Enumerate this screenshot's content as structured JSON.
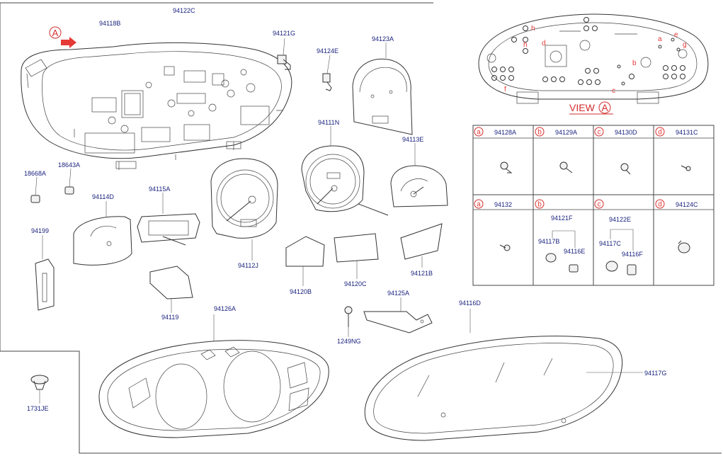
{
  "parts": {
    "p94118B": "94118B",
    "p94122C": "94122C",
    "p94121G": "94121G",
    "p94124E": "94124E",
    "p94123A": "94123A",
    "p94111N": "94111N",
    "p94113E": "94113E",
    "p18668A": "18668A",
    "p18643A": "18643A",
    "p94114D": "94114D",
    "p94115A": "94115A",
    "p94199": "94199",
    "p94112J": "94112J",
    "p94120B": "94120B",
    "p94120C": "94120C",
    "p94121B": "94121B",
    "p94119": "94119",
    "p94125A": "94125A",
    "p94126A": "94126A",
    "p94116D": "94116D",
    "p1249NG": "1249NG",
    "p94117G": "94117G",
    "p1731JE": "1731JE"
  },
  "callout": {
    "letter": "A"
  },
  "view": {
    "title": "VIEW",
    "letter": "A",
    "letters": [
      "a",
      "b",
      "c",
      "d",
      "e",
      "f",
      "g",
      "h",
      "h"
    ]
  },
  "legend_table": {
    "row1": [
      {
        "symbol": "a",
        "part": "94128A"
      },
      {
        "symbol": "b",
        "part": "94129A"
      },
      {
        "symbol": "c",
        "part": "94130D"
      },
      {
        "symbol": "d",
        "part": "94131C"
      }
    ],
    "row2": [
      {
        "symbol": "a",
        "part": "94132"
      },
      {
        "symbol": "b",
        "part": "94121F",
        "sub": [
          "94117B",
          "94116E"
        ]
      },
      {
        "symbol": "c",
        "part": "94122E",
        "sub": [
          "94117C",
          "94116F"
        ]
      },
      {
        "symbol": "d",
        "part": "94124C"
      }
    ]
  },
  "colors": {
    "label_blue": "#1a237e",
    "accent_red": "#d32f2f",
    "line": "#333333"
  }
}
